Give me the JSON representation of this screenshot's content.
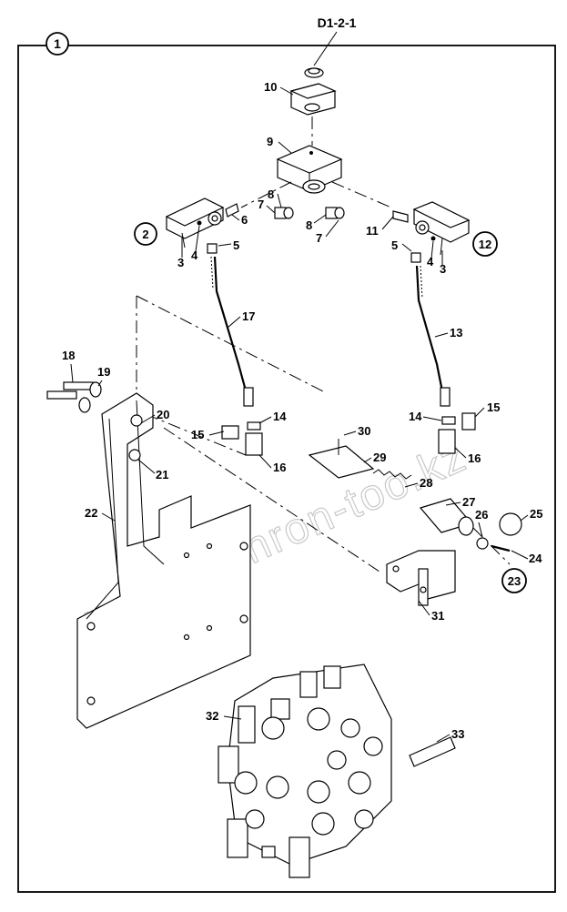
{
  "diagram": {
    "ref_code": "D1-2-1",
    "section_number": "1",
    "watermark": "www.sinhron-too.kz",
    "callouts": [
      {
        "id": "c2",
        "text": "2"
      },
      {
        "id": "c12",
        "text": "12"
      },
      {
        "id": "c23",
        "text": "23"
      }
    ],
    "part_labels": [
      {
        "id": "p10",
        "text": "10"
      },
      {
        "id": "p9",
        "text": "9"
      },
      {
        "id": "p8a",
        "text": "8"
      },
      {
        "id": "p7a",
        "text": "7"
      },
      {
        "id": "p8b",
        "text": "8"
      },
      {
        "id": "p7b",
        "text": "7"
      },
      {
        "id": "p6",
        "text": "6"
      },
      {
        "id": "p4a",
        "text": "4"
      },
      {
        "id": "p3a",
        "text": "3"
      },
      {
        "id": "p5a",
        "text": "5"
      },
      {
        "id": "p11",
        "text": "11"
      },
      {
        "id": "p5b",
        "text": "5"
      },
      {
        "id": "p4b",
        "text": "4"
      },
      {
        "id": "p3b",
        "text": "3"
      },
      {
        "id": "p17",
        "text": "17"
      },
      {
        "id": "p13",
        "text": "13"
      },
      {
        "id": "p18",
        "text": "18"
      },
      {
        "id": "p19",
        "text": "19"
      },
      {
        "id": "p20",
        "text": "20"
      },
      {
        "id": "p21",
        "text": "21"
      },
      {
        "id": "p14a",
        "text": "14"
      },
      {
        "id": "p15a",
        "text": "15"
      },
      {
        "id": "p16a",
        "text": "16"
      },
      {
        "id": "p14b",
        "text": "14"
      },
      {
        "id": "p15b",
        "text": "15"
      },
      {
        "id": "p16b",
        "text": "16"
      },
      {
        "id": "p30",
        "text": "30"
      },
      {
        "id": "p29",
        "text": "29"
      },
      {
        "id": "p28",
        "text": "28"
      },
      {
        "id": "p27",
        "text": "27"
      },
      {
        "id": "p26",
        "text": "26"
      },
      {
        "id": "p25",
        "text": "25"
      },
      {
        "id": "p24",
        "text": "24"
      },
      {
        "id": "p22",
        "text": "22"
      },
      {
        "id": "p31",
        "text": "31"
      },
      {
        "id": "p32",
        "text": "32"
      },
      {
        "id": "p33",
        "text": "33"
      }
    ]
  }
}
